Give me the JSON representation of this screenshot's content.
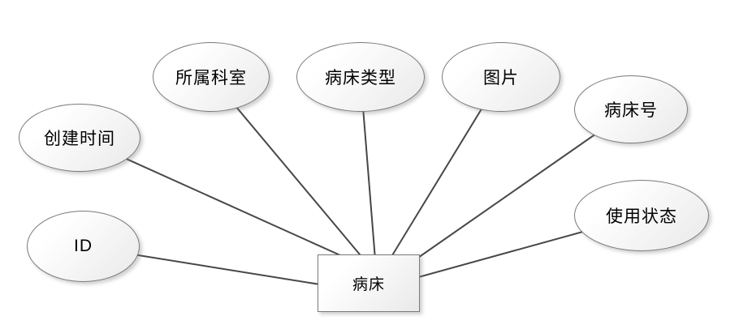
{
  "diagram": {
    "entity": {
      "label": "病床"
    },
    "attributes": [
      {
        "label": "ID"
      },
      {
        "label": "创建时间"
      },
      {
        "label": "所属科室"
      },
      {
        "label": "病床类型"
      },
      {
        "label": "图片"
      },
      {
        "label": "病床号"
      },
      {
        "label": "使用状态"
      }
    ],
    "colors": {
      "background": "#ffffff",
      "node_fill_top": "#ffffff",
      "node_fill_bottom": "#e9e9e9",
      "node_border": "#7a7a7a",
      "connector_line": "#474747",
      "text": "#000000"
    }
  }
}
